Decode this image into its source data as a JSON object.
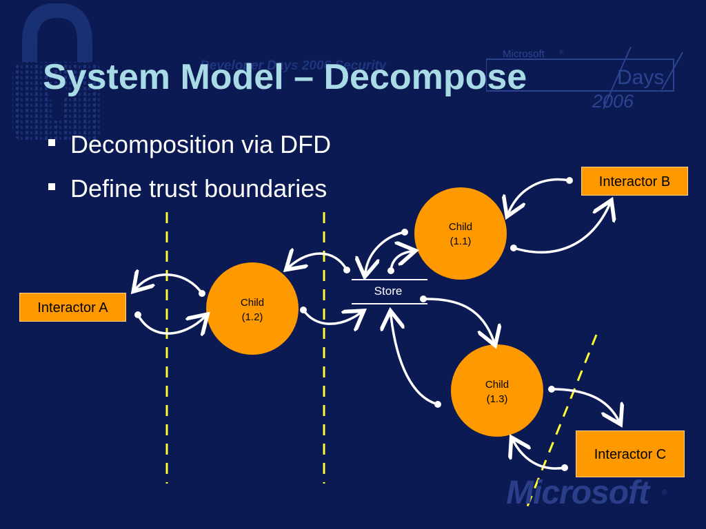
{
  "slide": {
    "title": "System Model – Decompose",
    "bullets": [
      "Decomposition via DFD",
      "Define trust boundaries"
    ]
  },
  "watermarks": {
    "center_text": "Developer Days 2006 Security",
    "brand": "Microsoft",
    "registered": "®",
    "days": "Days",
    "year": "2006",
    "bottom_logo": "Microsoft",
    "bottom_registered": "®"
  },
  "diagram": {
    "processes": [
      {
        "id": "child-1-1",
        "line1": "Child",
        "line2": "(1.1)"
      },
      {
        "id": "child-1-2",
        "line1": "Child",
        "line2": "(1.2)"
      },
      {
        "id": "child-1-3",
        "line1": "Child",
        "line2": "(1.3)"
      }
    ],
    "store": {
      "label": "Store"
    },
    "interactors": {
      "a": "Interactor A",
      "b": "Interactor B",
      "c": "Interactor C"
    }
  },
  "colors": {
    "background": "#0b1a52",
    "title": "#a9dbe6",
    "process_fill": "#ff9900",
    "interactor_fill": "#ff9900",
    "trust_boundary": "#ffff33",
    "flow_arrow": "#ffffff"
  }
}
